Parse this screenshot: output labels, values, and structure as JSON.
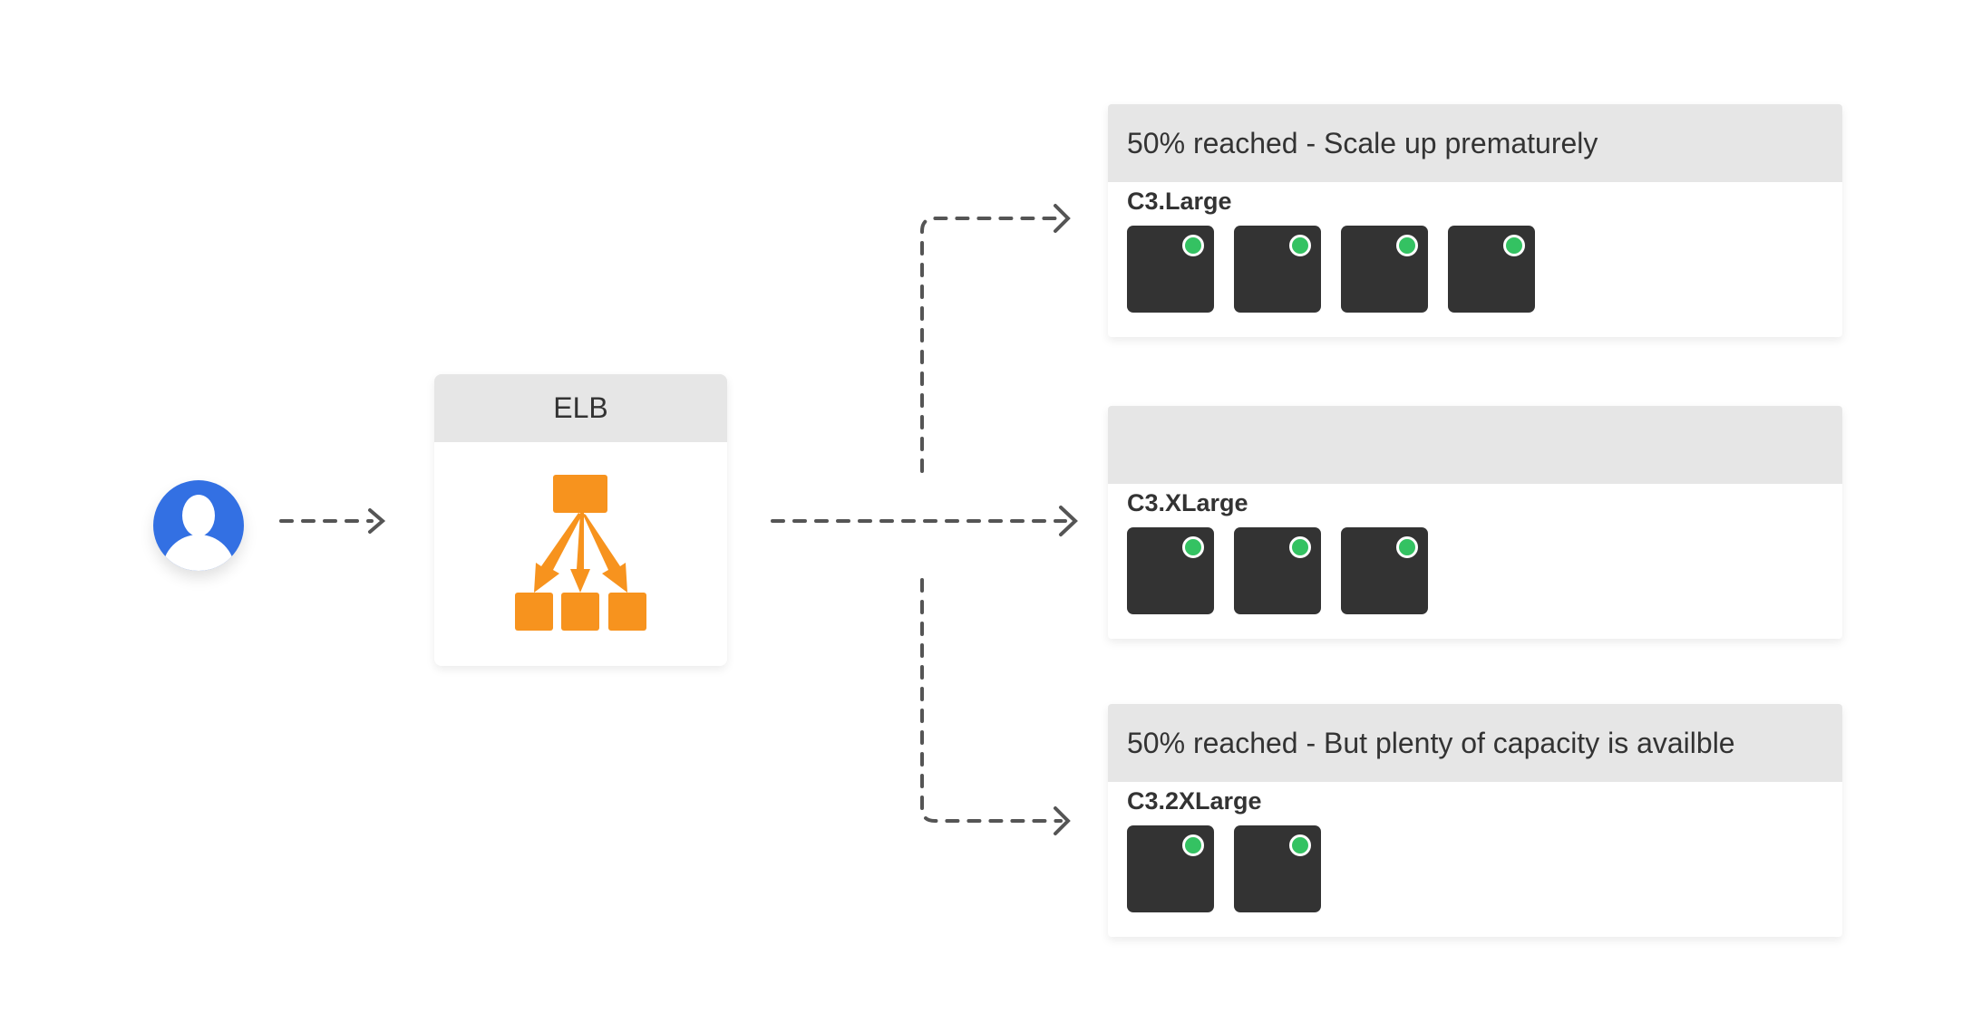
{
  "elb": {
    "title": "ELB",
    "icon": "load-balancer-icon"
  },
  "user": {
    "icon": "user-avatar-icon"
  },
  "groups": [
    {
      "header": "50% reached - Scale up prematurely",
      "label": "C3.Large",
      "servers": 4
    },
    {
      "header": "",
      "label": "C3.XLarge",
      "servers": 3
    },
    {
      "header": "50% reached - But plenty of capacity is availble",
      "label": "C3.2XLarge",
      "servers": 2
    }
  ],
  "colors": {
    "avatar": "#3370e3",
    "elb_icon": "#f7931e",
    "server": "#333333",
    "status_dot": "#34c262",
    "header_bg": "#e6e6e6",
    "arrow": "#555555"
  }
}
